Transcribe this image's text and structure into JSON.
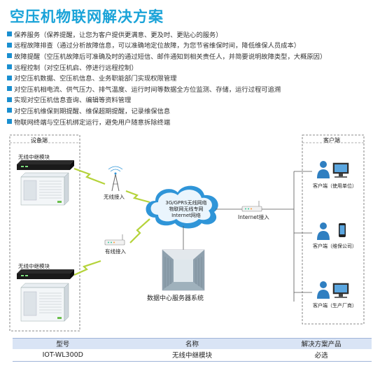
{
  "title": "空压机物联网解决方案",
  "features": [
    "保养服务（保养提醒，让您为客户提供更满意、更及时、更贴心的服务）",
    "远程故障排查（通过分析故障信息，可以准确地定位故障，为您节省维保时间，降低维保人员成本）",
    "故障提醒（空压机故障后可准确及时的通过短信、邮件通知到相关责任人，并简要说明故障类型，大概原因）",
    "远程控制（对空压机启、停进行远程控制）",
    "对空压机数据、空压机信息、业务职能部门实现权限管理",
    "对空压机相电流、供气压力、排气温度、运行时间等数据全方位监测、存储，运行过程可追溯",
    "实现对空压机信息查询、编辑等资料管理",
    "对空压机维保到期提醒、维保超期提醒，记录维保信息",
    "物联网终端与空压机绑定运行，避免用户随意拆除终端"
  ],
  "diagram": {
    "device_side": "设备端",
    "client_side": "客户端",
    "relay_module_1": "无线中继模块",
    "relay_module_2": "无线中继模块",
    "wireless_access": "无线接入",
    "wired_access": "有线接入",
    "cloud_line1": "3G/GPRS无线网络",
    "cloud_line2": "物联网无线专网",
    "cloud_line3": "Internet网络",
    "internet_access": "Internet接入",
    "datacenter": "数据中心服务器系统",
    "client_1": "客户端（使用单位）",
    "client_2": "客户端（维保公司）",
    "client_3": "客户端（生产厂商）"
  },
  "table": {
    "headers": [
      "型号",
      "名称",
      "解决方案产品"
    ],
    "row": [
      "IOT-WL300D",
      "无线中继模块",
      "必选"
    ]
  },
  "colors": {
    "title": "#1aa3d8",
    "bullet": "#1a8fd0",
    "table_header": "#d9e4f5",
    "lightning": "#b5d33a",
    "cloud": "#2f95d8"
  }
}
